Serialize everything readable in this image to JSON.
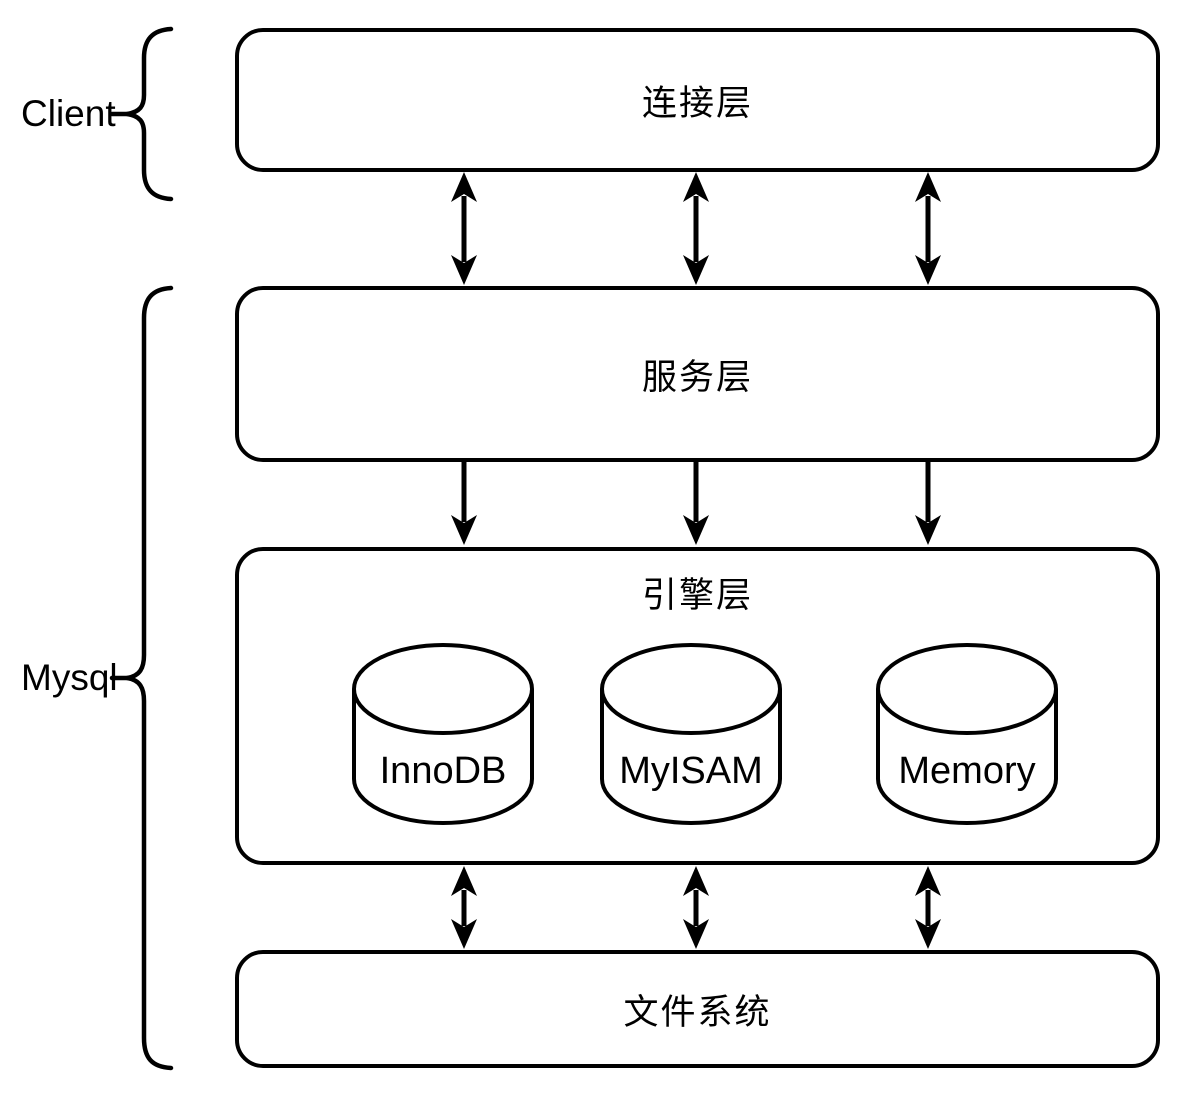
{
  "colors": {
    "stroke": "#000000",
    "background": "#ffffff",
    "text": "#000000"
  },
  "groups": {
    "client": "Client",
    "mysql": "Mysql"
  },
  "layers": {
    "connection": "连接层",
    "service": "服务层",
    "engine": "引擎层",
    "filesystem": "文件系统"
  },
  "storage_engines": {
    "innodb": "InnoDB",
    "myisam": "MyISAM",
    "memory": "Memory"
  }
}
